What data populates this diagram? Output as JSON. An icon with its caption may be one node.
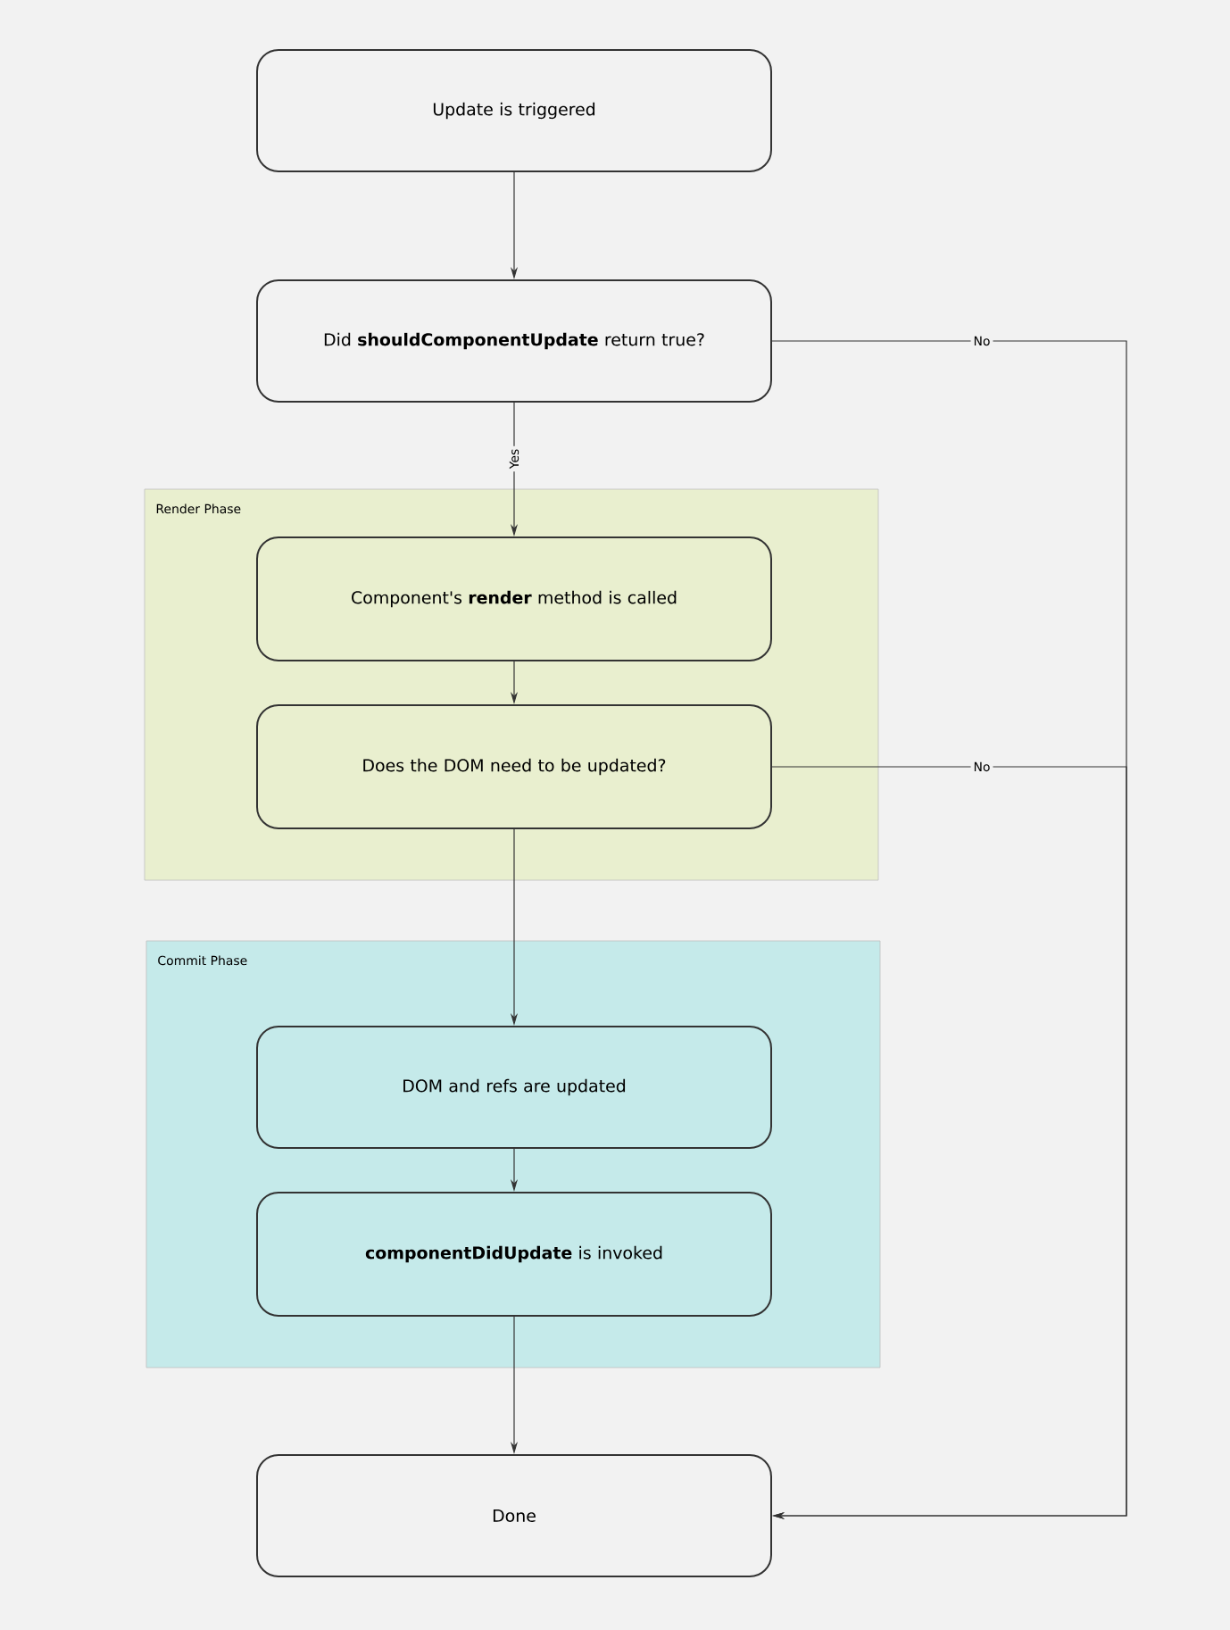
{
  "diagram": {
    "nodes": [
      {
        "text": [
          "Update is triggered"
        ]
      },
      {
        "text": [
          "Did **shouldComponentUpdate** return true?"
        ]
      },
      {
        "text": [
          "Render Phase"
        ]
      },
      {
        "text": [
          "Component's **render** method is called"
        ],
        "in": 2
      },
      {
        "text": [
          "Does the DOM need to be updated?"
        ],
        "in": 2
      },
      {
        "text": [
          "Commit Phase"
        ]
      },
      {
        "text": [
          "DOM and refs are updated"
        ],
        "in": 5
      },
      {
        "text": [
          "**componentDidUpdate** is invoked"
        ],
        "in": 5
      },
      {
        "text": [
          "Done"
        ]
      }
    ],
    "edges": [
      {
        "from": 0,
        "to": 1,
        "arrow": "to"
      },
      {
        "from": 1,
        "to": 3,
        "arrow": "to",
        "label": "Yes"
      },
      {
        "from": 3,
        "to": 4,
        "arrow": "to"
      },
      {
        "from": 4,
        "to": 6,
        "arrow": "to"
      },
      {
        "from": 6,
        "to": 7,
        "arrow": "to"
      },
      {
        "from": 7,
        "to": 8,
        "arrow": "to"
      },
      {
        "from": 1,
        "to": 8,
        "arrow": "to",
        "label": "No"
      },
      {
        "from": 4,
        "to": 8,
        "arrow": "to",
        "label": "No"
      }
    ]
  }
}
